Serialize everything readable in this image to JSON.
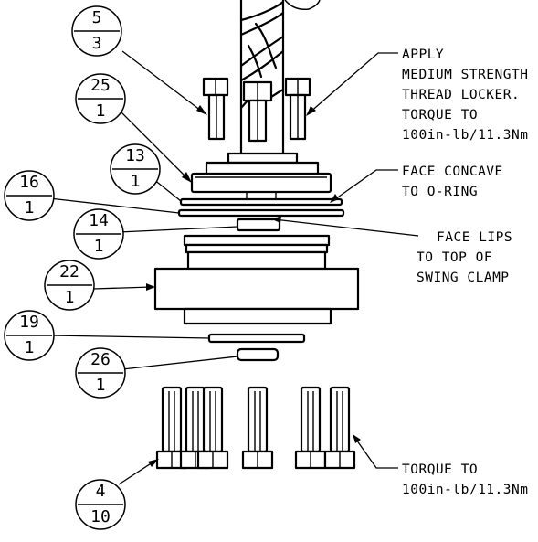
{
  "bubbles": [
    {
      "id": "b5",
      "top": "5",
      "bottom": "3"
    },
    {
      "id": "b25",
      "top": "25",
      "bottom": "1"
    },
    {
      "id": "b13",
      "top": "13",
      "bottom": "1"
    },
    {
      "id": "b16",
      "top": "16",
      "bottom": "1"
    },
    {
      "id": "b14",
      "top": "14",
      "bottom": "1"
    },
    {
      "id": "b22",
      "top": "22",
      "bottom": "1"
    },
    {
      "id": "b19",
      "top": "19",
      "bottom": "1"
    },
    {
      "id": "b26",
      "top": "26",
      "bottom": "1"
    },
    {
      "id": "b4",
      "top": "4",
      "bottom": "10"
    }
  ],
  "notes": {
    "thread_locker": [
      "APPLY",
      "MEDIUM STRENGTH",
      "THREAD LOCKER.",
      "TORQUE TO",
      "100in-lb/11.3Nm"
    ],
    "face_concave": [
      "FACE CONCAVE",
      "TO O-RING"
    ],
    "face_lips": [
      "FACE LIPS",
      "TO TOP OF",
      "SWING CLAMP"
    ],
    "torque_bottom": [
      "TORQUE TO",
      "100in-lb/11.3Nm"
    ]
  }
}
